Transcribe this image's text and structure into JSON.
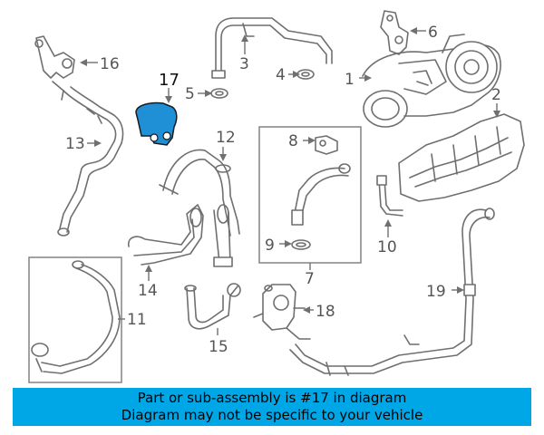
{
  "diagram": {
    "highlight_color": "#1f8fd6",
    "callouts": {
      "c1": "1",
      "c2": "2",
      "c3": "3",
      "c4": "4",
      "c5": "5",
      "c6": "6",
      "c7": "7",
      "c8": "8",
      "c9": "9",
      "c10": "10",
      "c11": "11",
      "c12": "12",
      "c13": "13",
      "c14": "14",
      "c15": "15",
      "c16": "16",
      "c17": "17",
      "c18": "18",
      "c19": "19"
    }
  },
  "banner": {
    "line1": "Part or sub-assembly is #17 in diagram",
    "line2": "Diagram may not be specific to your vehicle",
    "color": "#00a7e7"
  }
}
